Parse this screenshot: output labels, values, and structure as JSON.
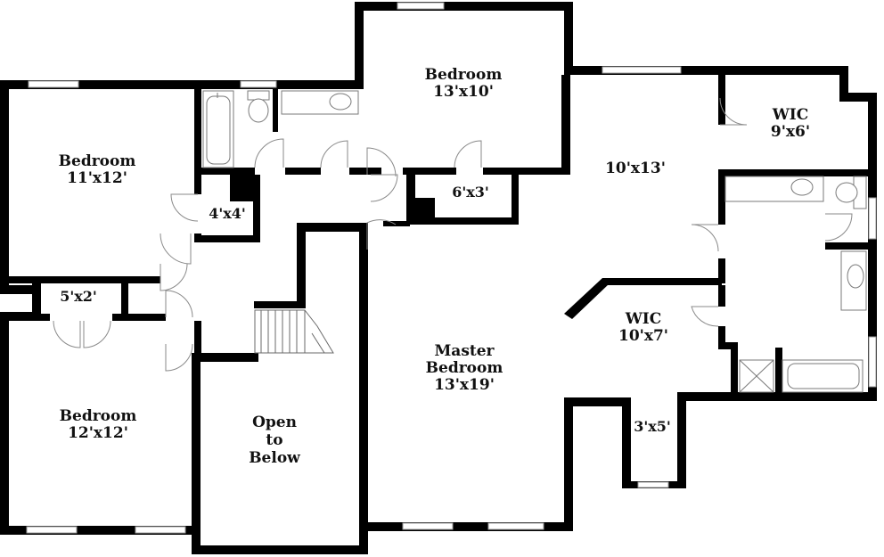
{
  "rooms": {
    "bedroom_nw": {
      "name": "Bedroom",
      "size": "11'x12'"
    },
    "bedroom_n": {
      "name": "Bedroom",
      "size": "13'x10'"
    },
    "bedroom_sw": {
      "name": "Bedroom",
      "size": "12'x12'"
    },
    "master": {
      "name1": "Master",
      "name2": "Bedroom",
      "size": "13'x19'"
    },
    "wic_ne": {
      "name": "WIC",
      "size": "9'x6'"
    },
    "wic_center": {
      "name": "WIC",
      "size": "10'x7'"
    },
    "sitting": {
      "size": "10'x13'"
    },
    "closet_4x4": {
      "size": "4'x4'"
    },
    "closet_6x3": {
      "size": "6'x3'"
    },
    "closet_5x2": {
      "size": "5'x2'"
    },
    "closet_3x5": {
      "size": "3'x5'"
    },
    "open_below": {
      "line1": "Open",
      "line2": "to",
      "line3": "Below"
    }
  },
  "colors": {
    "wall": "#000000",
    "background": "#ffffff",
    "fixture_line": "#7a7a7a"
  }
}
